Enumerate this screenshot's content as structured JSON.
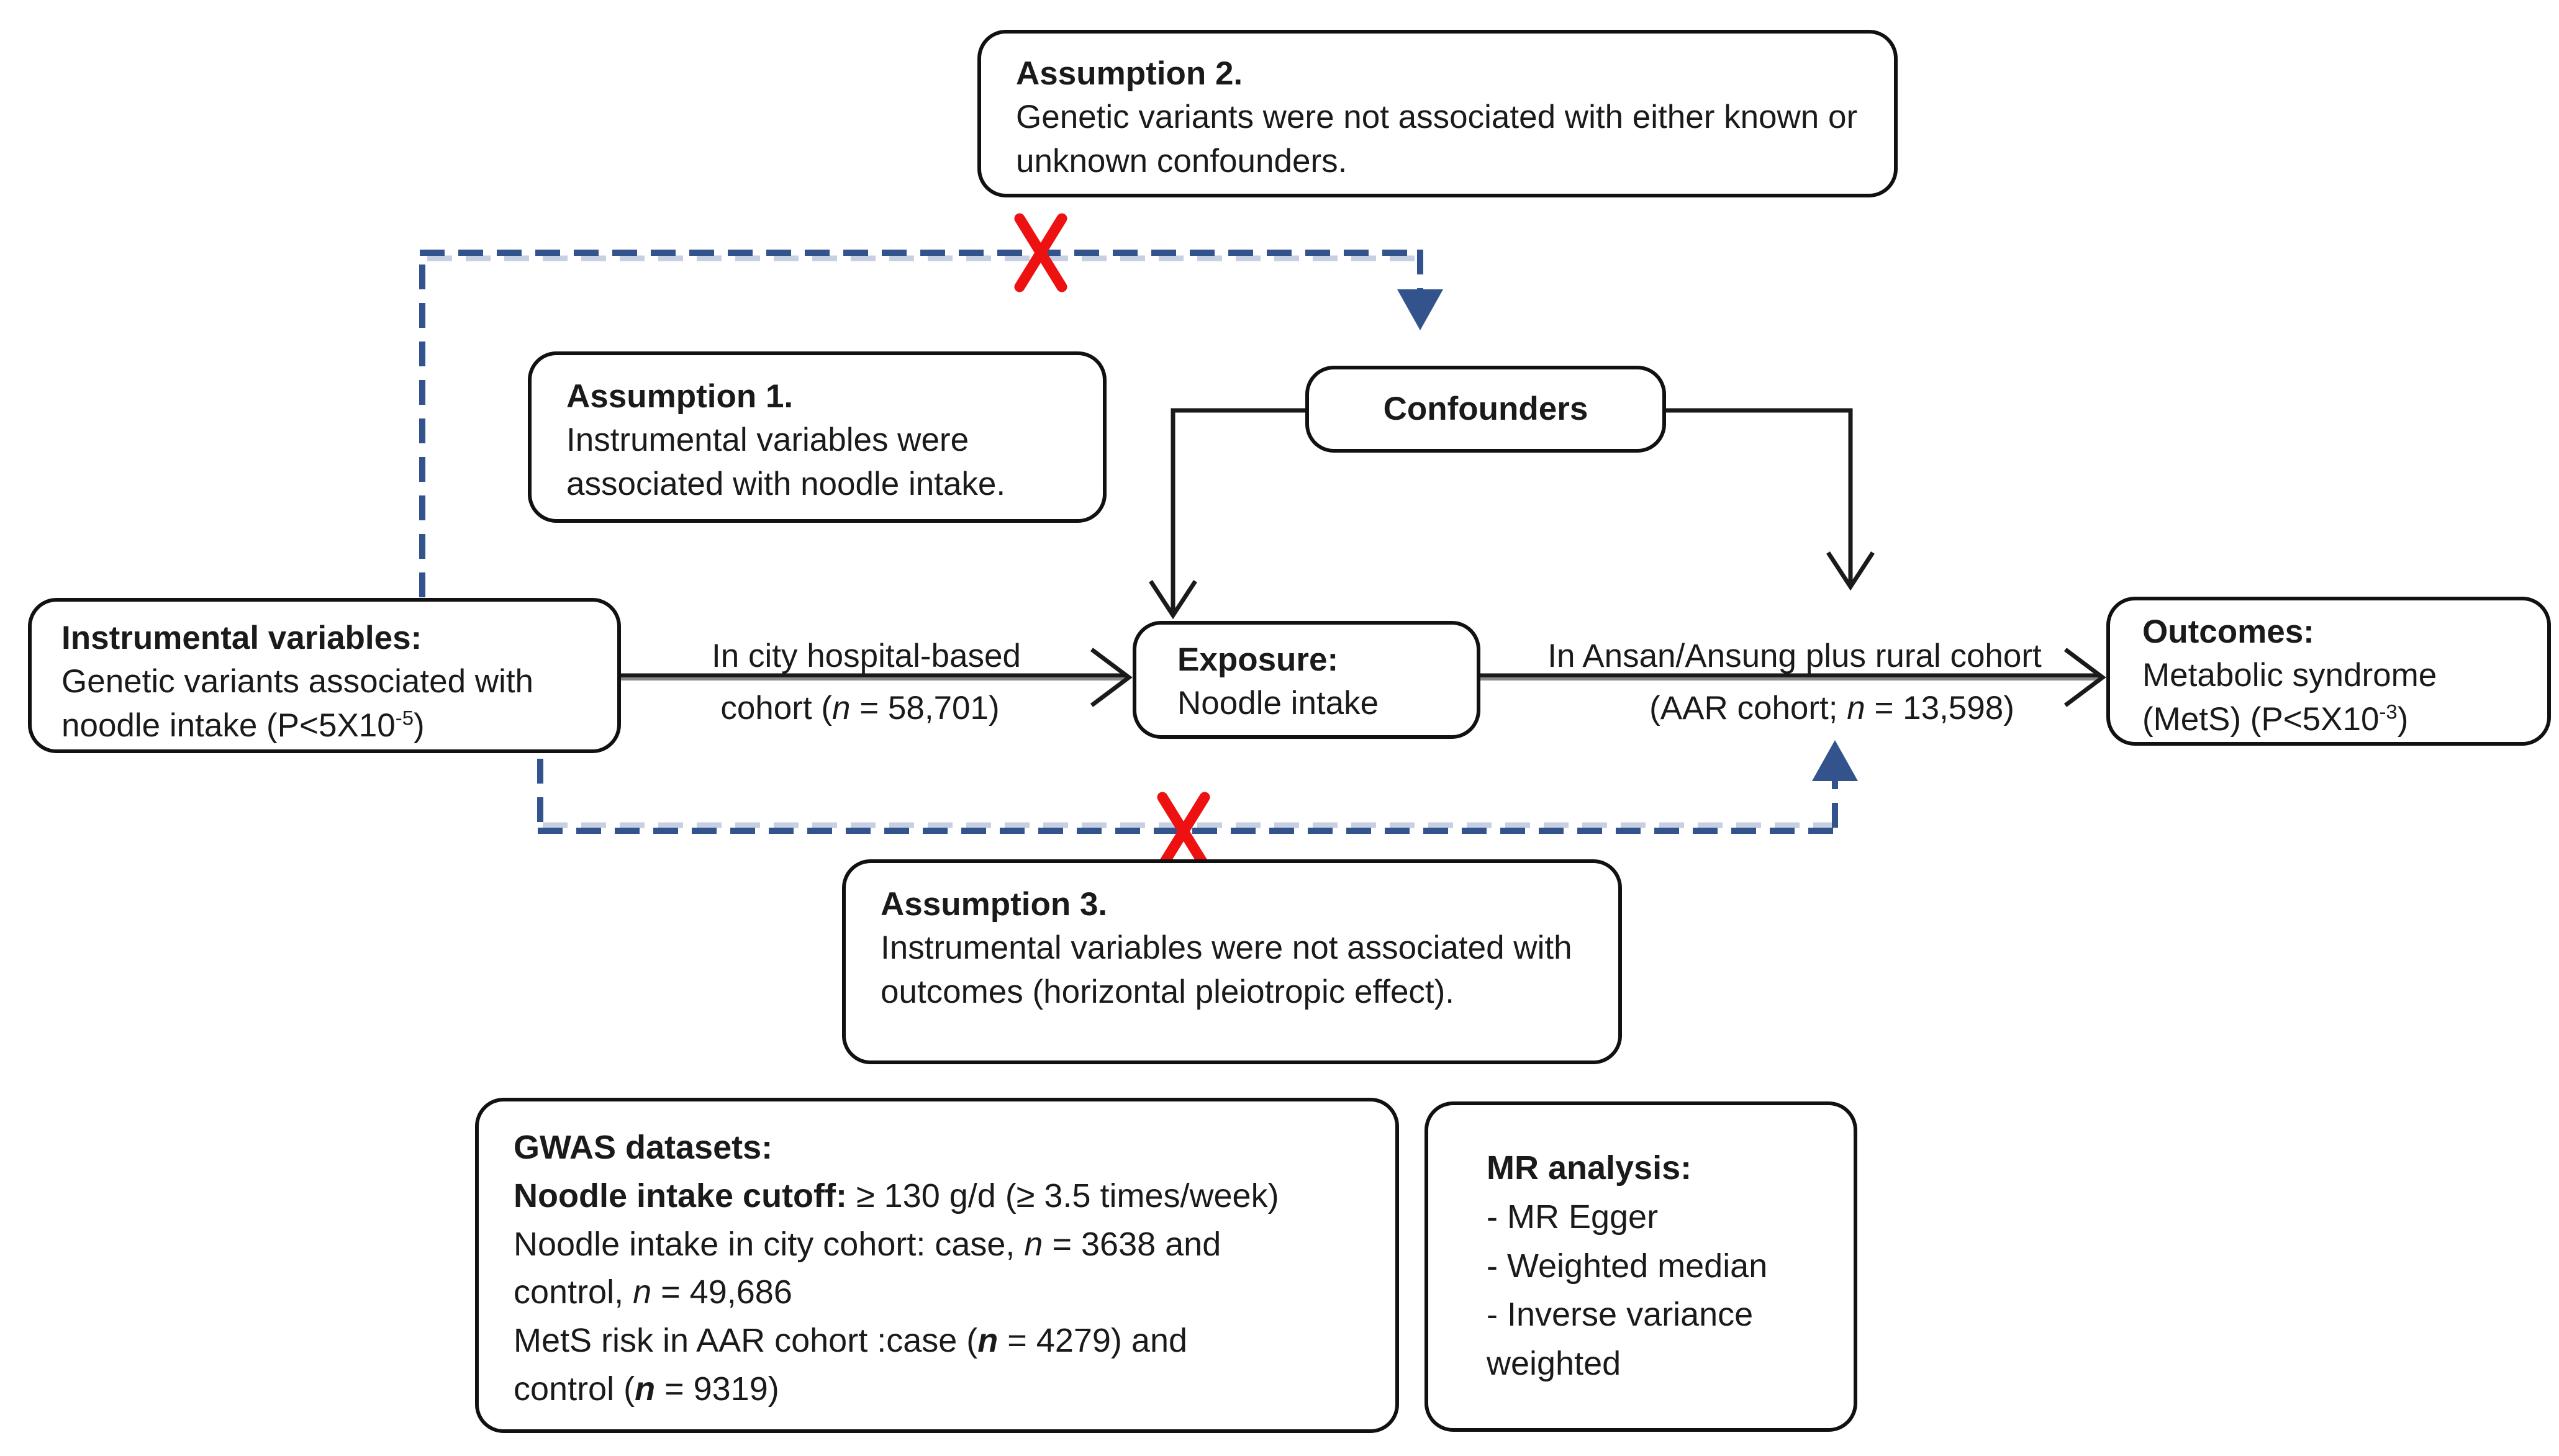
{
  "figure": {
    "type": "mendelian-randomization-study-design-flowchart",
    "colors": {
      "box_border": "#111111",
      "black_line": "#1a1a1a",
      "dash_blue": "#33538C",
      "dash_blue_light": "#C7CFE2",
      "x_red": "#EE1111"
    },
    "boxes": {
      "assumption2": {
        "title": "Assumption 2.",
        "body": "Genetic variants were not associated with either known or unknown confounders."
      },
      "assumption1": {
        "title": "Assumption 1.",
        "body": "Instrumental variables were associated with noodle intake."
      },
      "confounders": {
        "label": "Confounders"
      },
      "instrumental_variables": {
        "title": "Instrumental variables:",
        "body_pre": "Genetic variants associated with noodle intake (P<5X10",
        "sup": "-5",
        "body_post": ")"
      },
      "exposure": {
        "title": "Exposure:",
        "body": "Noodle intake"
      },
      "outcomes": {
        "title": "Outcomes:",
        "body_pre": "Metabolic syndrome (MetS) (P<5X10",
        "sup": "-3",
        "body_post": ")"
      },
      "assumption3": {
        "title": "Assumption 3.",
        "body": "Instrumental variables were not associated with outcomes (horizontal pleiotropic effect)."
      },
      "gwas": {
        "title": "GWAS datasets:",
        "cutoff_bold": "Noodle intake cutoff:",
        "cutoff_rest": " ≥ 130 g/d (≥ 3.5 times/week)",
        "city_pre": "Noodle intake in city cohort: case, ",
        "city_n": "n",
        "city_post": " = 3638 and",
        "city2_pre": "control, ",
        "city2_n": "n",
        "city2_post": " = 49,686",
        "mets_pre": "MetS risk in AAR cohort :case (",
        "mets_n": "n",
        "mets_post": " = 4279) and",
        "mets2_pre": "control (",
        "mets2_n": "n",
        "mets2_post": " = 9319)"
      },
      "mr": {
        "title": "MR analysis:",
        "items": [
          "- MR Egger",
          "- Weighted median",
          "- Inverse variance weighted"
        ]
      }
    },
    "arrows": {
      "city": {
        "line1": "In city hospital-based",
        "line2_pre": "cohort (",
        "n": "n",
        "line2_post": " = 58,701)"
      },
      "aar": {
        "line1": "In Ansan/Ansung plus rural cohort",
        "line2_pre": "(AAR cohort; ",
        "n": "n",
        "line2_post": " = 13,598)"
      }
    }
  }
}
